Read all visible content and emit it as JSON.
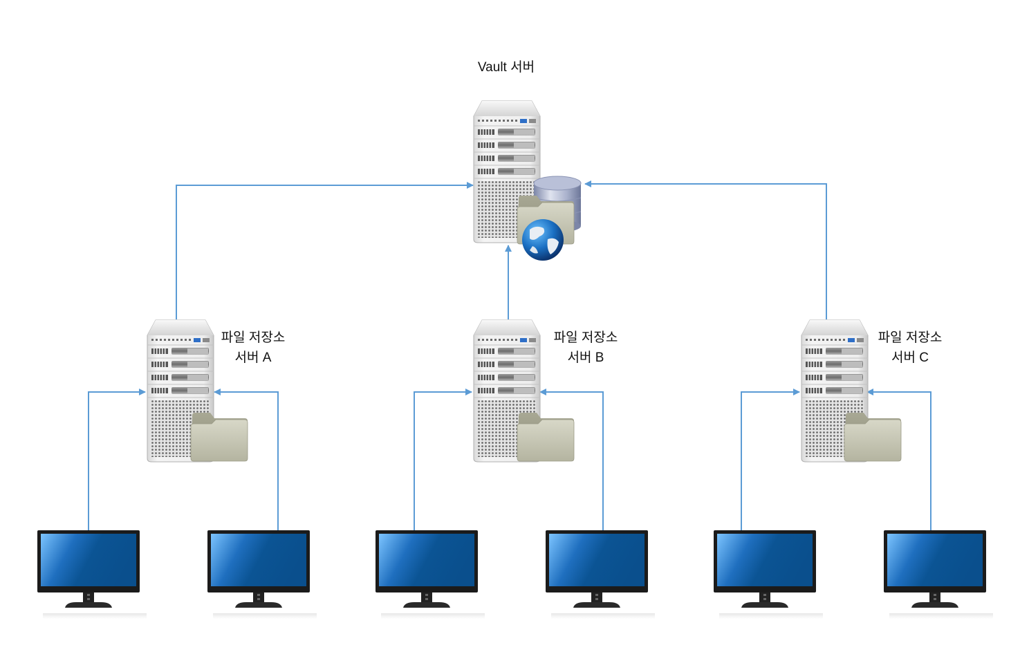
{
  "diagram": {
    "title": "Vault Server Architecture",
    "vault_server": {
      "label": "Vault 서버",
      "icons": [
        "server-icon",
        "database-icon",
        "folder-icon",
        "globe-icon"
      ]
    },
    "file_servers": [
      {
        "label_line1": "파일 저장소",
        "label_line2": "서버 A",
        "icons": [
          "server-icon",
          "folder-icon"
        ]
      },
      {
        "label_line1": "파일 저장소",
        "label_line2": "서버 B",
        "icons": [
          "server-icon",
          "folder-icon"
        ]
      },
      {
        "label_line1": "파일 저장소",
        "label_line2": "서버 C",
        "icons": [
          "server-icon",
          "folder-icon"
        ]
      }
    ],
    "clients_per_server": 2,
    "client_icon": "monitor-icon",
    "connector_color": "#5b9bd5",
    "connections": [
      {
        "from": "file-server-A",
        "to": "vault-server"
      },
      {
        "from": "file-server-B",
        "to": "vault-server"
      },
      {
        "from": "file-server-C",
        "to": "vault-server"
      },
      {
        "from": "client-A1",
        "to": "file-server-A"
      },
      {
        "from": "client-A2",
        "to": "file-server-A"
      },
      {
        "from": "client-B1",
        "to": "file-server-B"
      },
      {
        "from": "client-B2",
        "to": "file-server-B"
      },
      {
        "from": "client-C1",
        "to": "file-server-C"
      },
      {
        "from": "client-C2",
        "to": "file-server-C"
      }
    ]
  }
}
